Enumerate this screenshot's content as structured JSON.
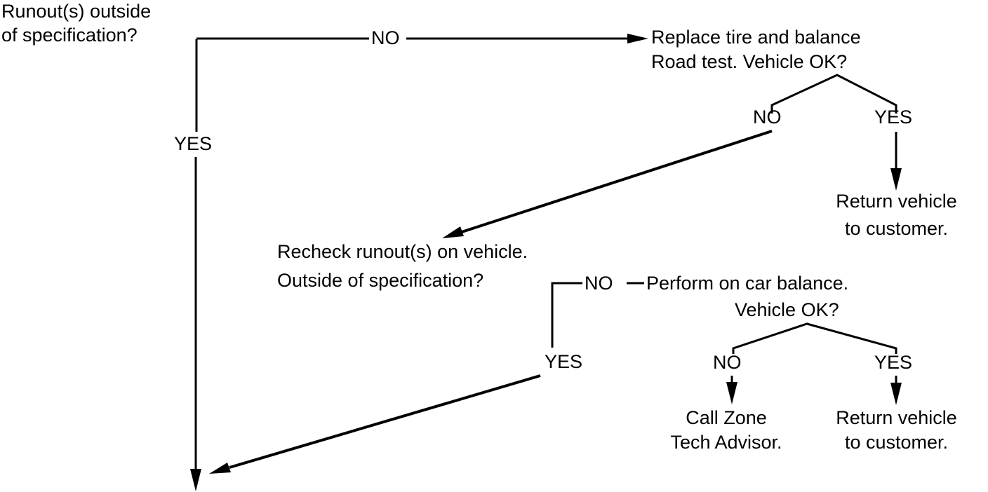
{
  "diagram": {
    "title_hint": "Tire runout diagnosis flowchart",
    "colors": {
      "background": "#ffffff",
      "line": "#000000",
      "text": "#000000"
    },
    "nodes": {
      "start": {
        "line1": "Runout(s) outside",
        "line2": "of specification?"
      },
      "replace_tire": {
        "line1": "Replace tire and balance",
        "line2": "Road test. Vehicle OK?"
      },
      "return_vehicle_top": {
        "line1": "Return vehicle",
        "line2": "to customer."
      },
      "recheck_runout": {
        "line1": "Recheck runout(s) on vehicle.",
        "line2": "Outside of specification?"
      },
      "perform_balance": {
        "line1": "Perform on car balance.",
        "line2": "Vehicle OK?"
      },
      "call_zone": {
        "line1": "Call Zone",
        "line2": "Tech Advisor."
      },
      "return_vehicle_bottom": {
        "line1": "Return vehicle",
        "line2": "to customer."
      }
    },
    "labels": {
      "no_start": "NO",
      "yes_start": "YES",
      "no_road_test": "NO",
      "yes_road_test": "YES",
      "no_recheck": "NO",
      "yes_recheck": "YES",
      "no_on_car": "NO",
      "yes_on_car": "YES"
    }
  }
}
